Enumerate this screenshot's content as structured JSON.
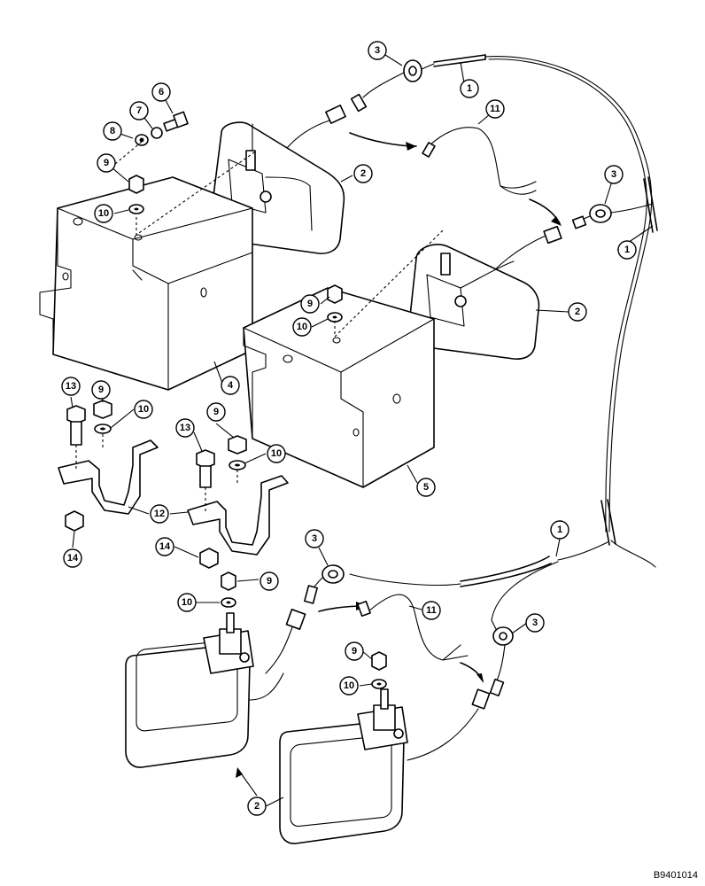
{
  "figure_code": "B9401014",
  "callouts": [
    {
      "id": "c1a",
      "label": "1"
    },
    {
      "id": "c1b",
      "label": "1"
    },
    {
      "id": "c1c",
      "label": "1"
    },
    {
      "id": "c2a",
      "label": "2"
    },
    {
      "id": "c2b",
      "label": "2"
    },
    {
      "id": "c2c",
      "label": "2"
    },
    {
      "id": "c3a",
      "label": "3"
    },
    {
      "id": "c3b",
      "label": "3"
    },
    {
      "id": "c3c",
      "label": "3"
    },
    {
      "id": "c3d",
      "label": "3"
    },
    {
      "id": "c4",
      "label": "4"
    },
    {
      "id": "c5",
      "label": "5"
    },
    {
      "id": "c6",
      "label": "6"
    },
    {
      "id": "c7",
      "label": "7"
    },
    {
      "id": "c8",
      "label": "8"
    },
    {
      "id": "c9a",
      "label": "9"
    },
    {
      "id": "c9b",
      "label": "9"
    },
    {
      "id": "c9c",
      "label": "9"
    },
    {
      "id": "c9d",
      "label": "9"
    },
    {
      "id": "c9e",
      "label": "9"
    },
    {
      "id": "c9f",
      "label": "9"
    },
    {
      "id": "c10a",
      "label": "10"
    },
    {
      "id": "c10b",
      "label": "10"
    },
    {
      "id": "c10c",
      "label": "10"
    },
    {
      "id": "c10d",
      "label": "10"
    },
    {
      "id": "c10e",
      "label": "10"
    },
    {
      "id": "c10f",
      "label": "10"
    },
    {
      "id": "c11a",
      "label": "11"
    },
    {
      "id": "c11b",
      "label": "11"
    },
    {
      "id": "c12",
      "label": "12"
    },
    {
      "id": "c13a",
      "label": "13"
    },
    {
      "id": "c13b",
      "label": "13"
    },
    {
      "id": "c14a",
      "label": "14"
    },
    {
      "id": "c14b",
      "label": "14"
    }
  ]
}
